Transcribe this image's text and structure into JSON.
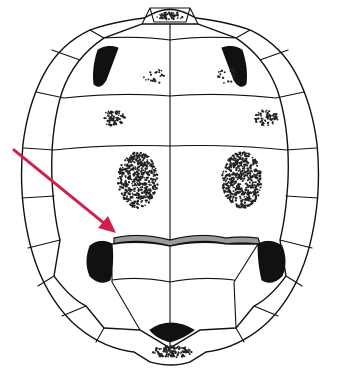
{
  "figure": {
    "kind": "turtle-plastron-diagram",
    "stroke_color": "#111111",
    "background": "#ffffff",
    "highlight_color": "#7a7a7a",
    "arrow_color": "#d0204a",
    "patches": [
      "scute-mark-upper-left",
      "scute-mark-upper-right",
      "scute-mark-mid-left",
      "scute-mark-mid-right",
      "large-stipple-left",
      "large-stipple-right",
      "anterior-stipple",
      "posterior-stipple"
    ]
  }
}
